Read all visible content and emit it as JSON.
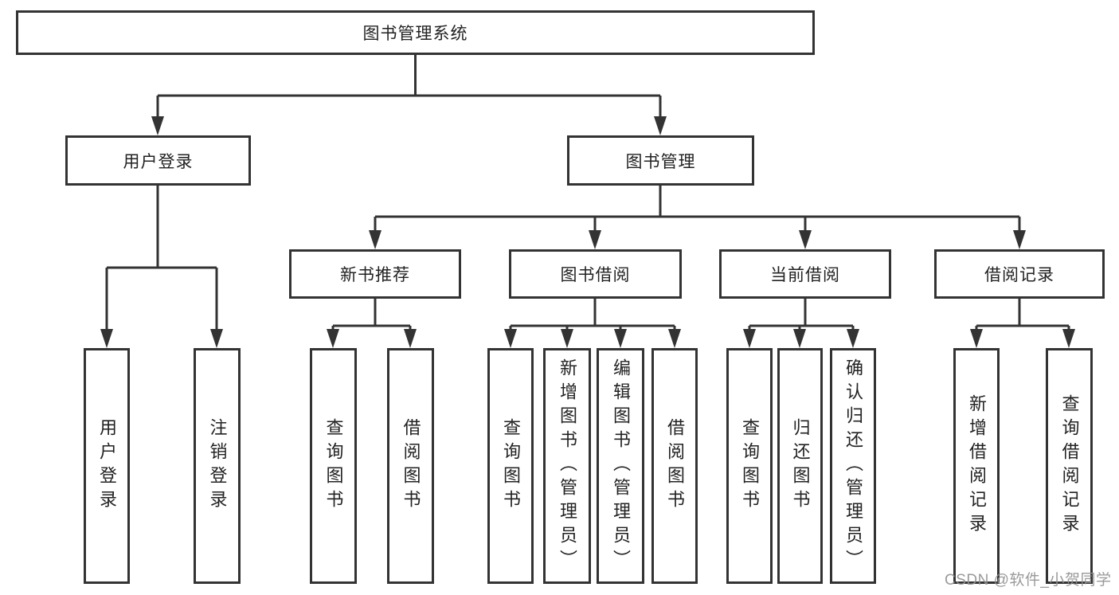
{
  "diagram": {
    "type": "tree",
    "hierarchy": {
      "图书管理系统": {
        "用户登录": [
          "用户登录",
          "注销登录"
        ],
        "图书管理": {
          "新书推荐": [
            "查询图书",
            "借阅图书"
          ],
          "图书借阅": [
            "查询图书",
            "新增图书（管理员）",
            "编辑图书（管理员）",
            "借阅图书"
          ],
          "当前借阅": [
            "查询图书",
            "归还图书",
            "确认归还（管理员）"
          ],
          "借阅记录": [
            "新增借阅记录",
            "查询借阅记录"
          ]
        }
      }
    }
  },
  "nodes": {
    "root": {
      "label": "图书管理系统"
    },
    "user_login": {
      "label": "用户登录"
    },
    "book_mgmt": {
      "label": "图书管理"
    },
    "new_book_rec": {
      "label": "新书推荐"
    },
    "book_borrow": {
      "label": "图书借阅"
    },
    "current_borrow": {
      "label": "当前借阅"
    },
    "borrow_records": {
      "label": "借阅记录"
    },
    "leaf_user_login": {
      "label": "用户登录"
    },
    "leaf_logout": {
      "label": "注销登录"
    },
    "leaf_query_book_1": {
      "label": "查询图书"
    },
    "leaf_borrow_book_1": {
      "label": "借阅图书"
    },
    "leaf_query_book_2": {
      "label": "查询图书"
    },
    "leaf_add_book": {
      "label": "新增图书（管理员）"
    },
    "leaf_edit_book": {
      "label": "编辑图书（管理员）"
    },
    "leaf_borrow_book_2": {
      "label": "借阅图书"
    },
    "leaf_query_book_3": {
      "label": "查询图书"
    },
    "leaf_return_book": {
      "label": "归还图书"
    },
    "leaf_confirm_return": {
      "label": "确认归还（管理员）"
    },
    "leaf_add_record": {
      "label": "新增借阅记录"
    },
    "leaf_query_record": {
      "label": "查询借阅记录"
    }
  },
  "watermark": {
    "text": "CSDN @软件_小贺同学",
    "color": "#919191"
  },
  "colors": {
    "line": "#333333",
    "box_border": "#333333",
    "text": "#222222",
    "background": "#ffffff"
  }
}
